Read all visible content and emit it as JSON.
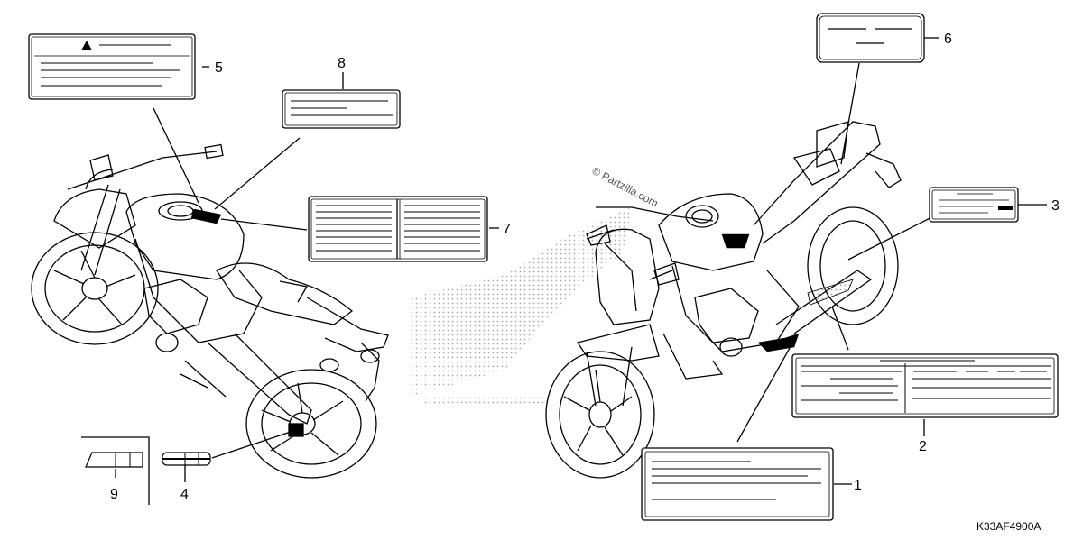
{
  "callouts": {
    "c1": "1",
    "c2": "2",
    "c3": "3",
    "c4": "4",
    "c5": "5",
    "c6": "6",
    "c7": "7",
    "c8": "8",
    "c9": "9"
  },
  "diagram_code": "K33AF4900A",
  "watermark": "© Partzilla.com",
  "icons": {
    "warning": "warning-triangle-icon"
  }
}
